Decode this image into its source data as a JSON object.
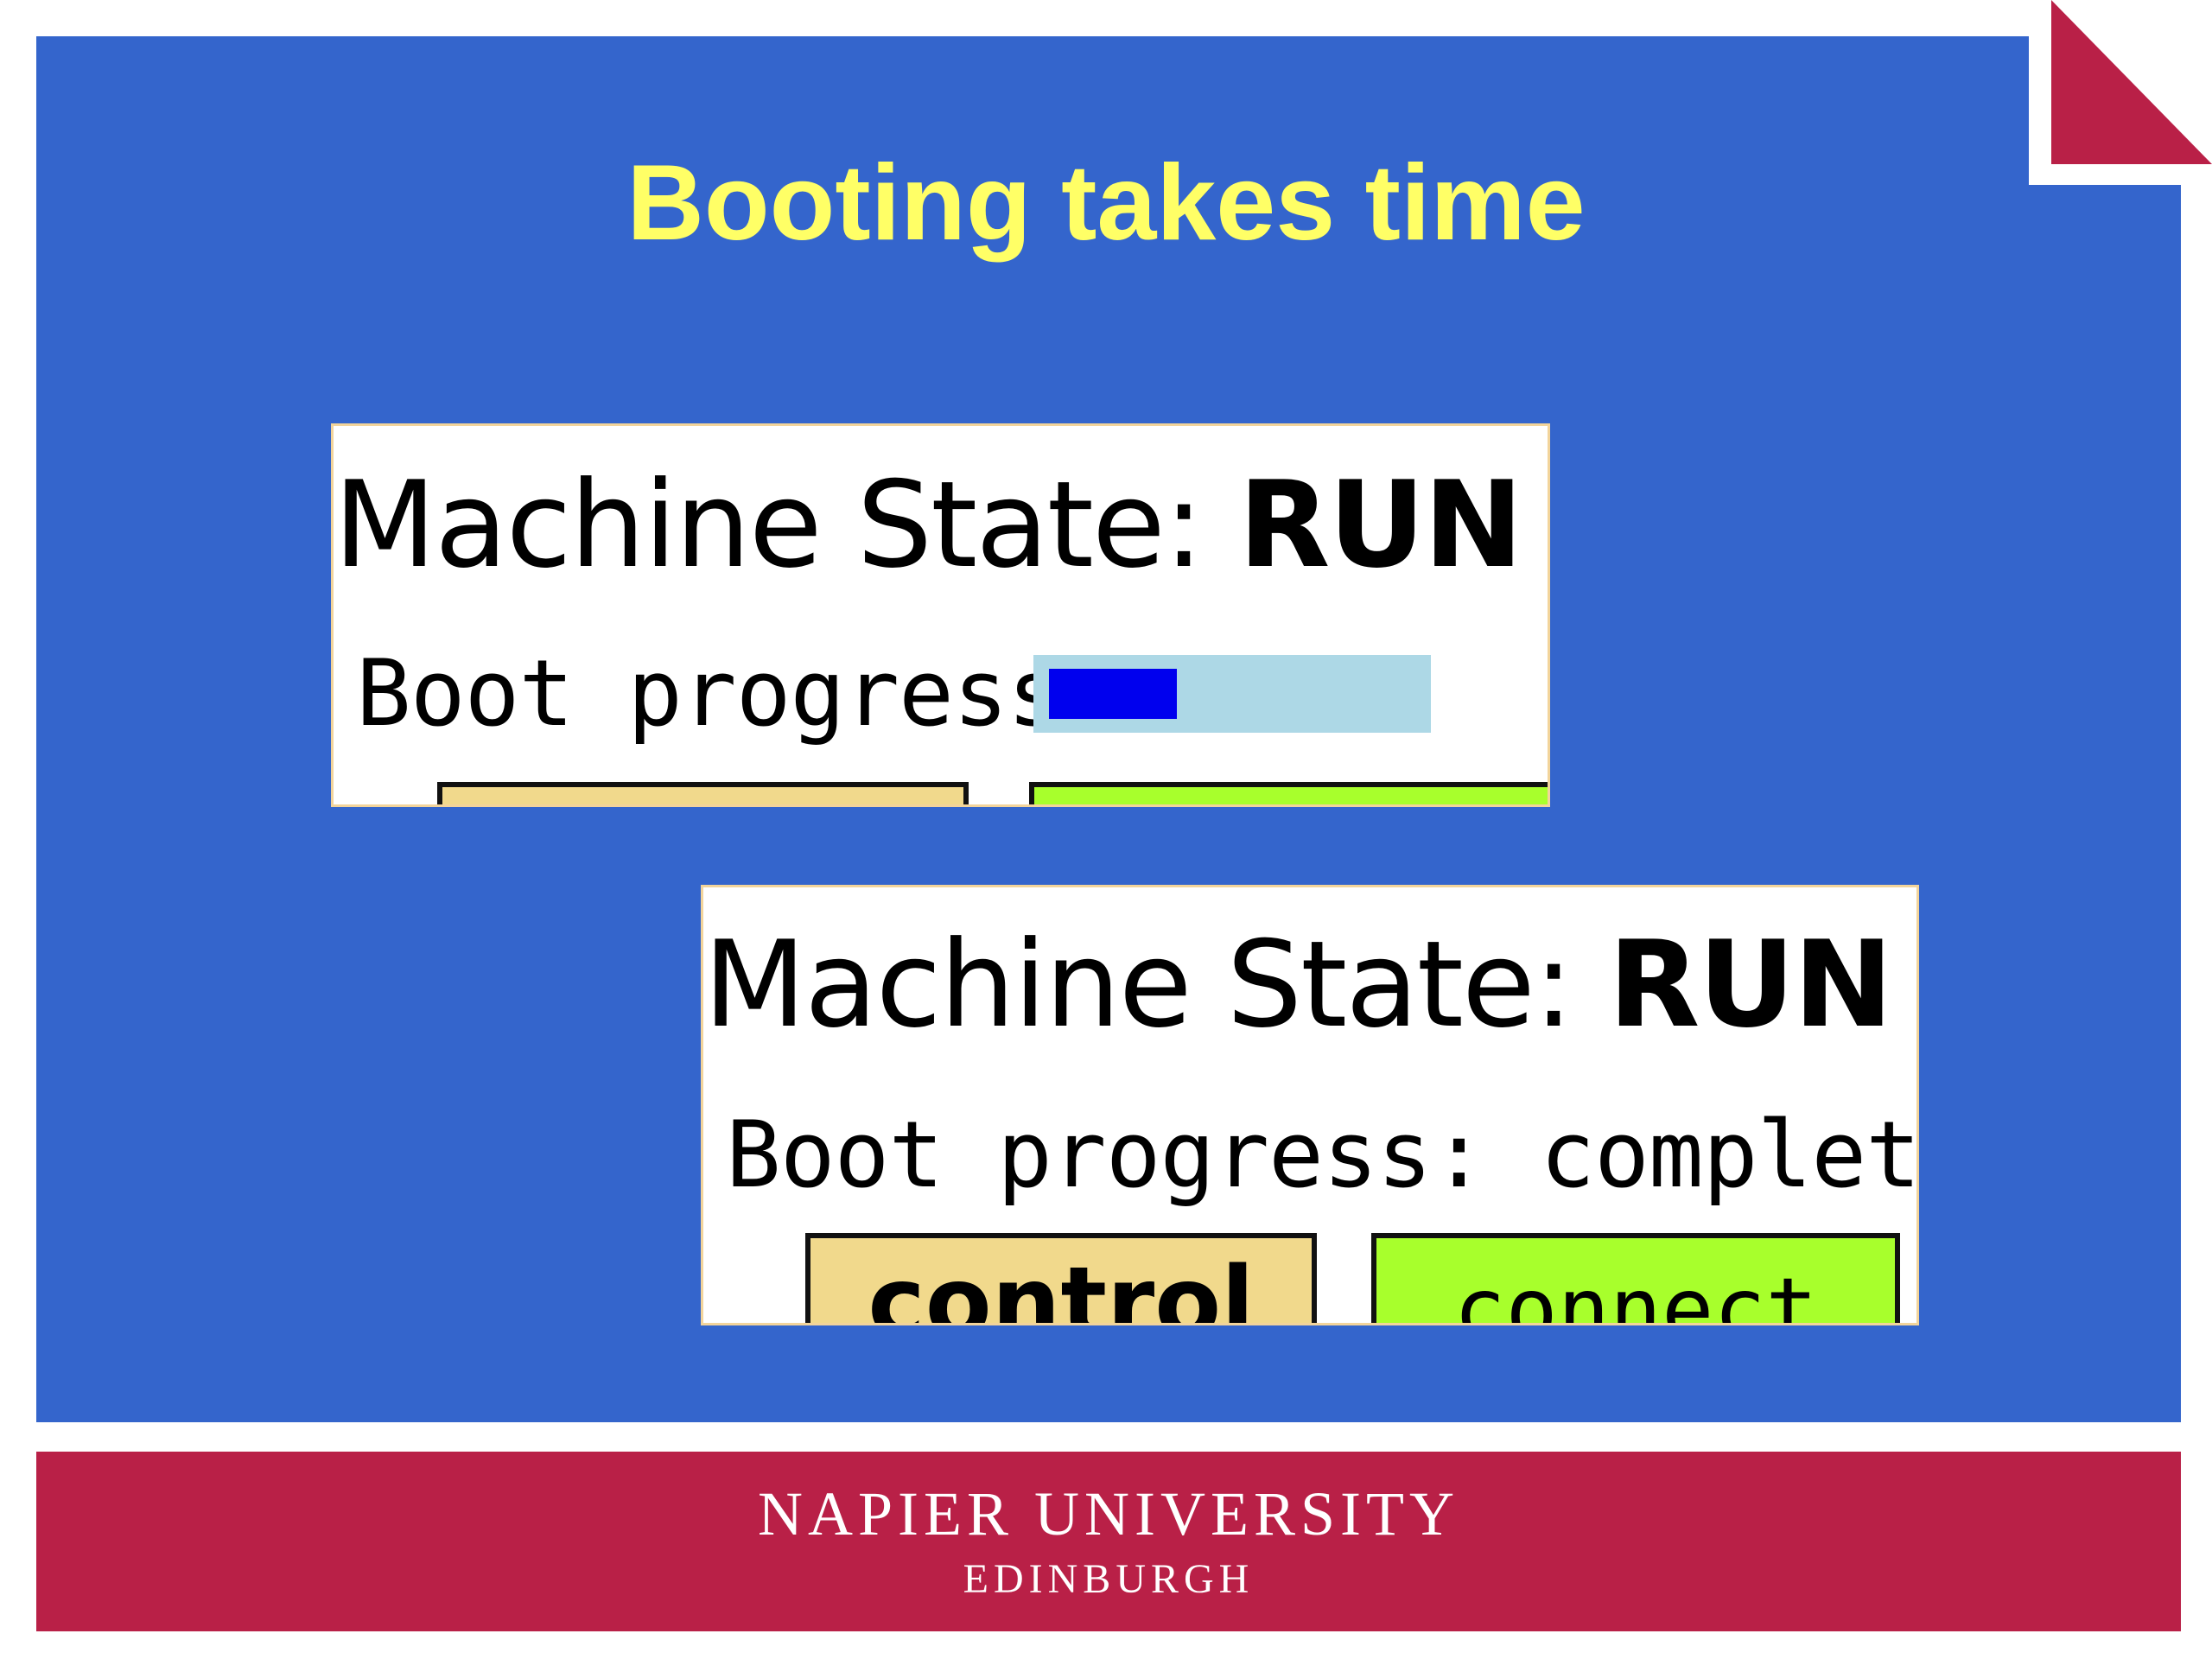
{
  "slide": {
    "title": "Booting takes time",
    "background_color": "#3465cc",
    "title_color": "#ffff66"
  },
  "panels": [
    {
      "state_label": "Machine State: ",
      "state_value": "RUN",
      "progress_label": "Boot progress:",
      "progress_value": 0.35,
      "progress_bar_color": "#0000ee",
      "progress_track_color": "#add8e6",
      "buttons": [
        {
          "label": "",
          "color": "#f1d98c"
        },
        {
          "label": "",
          "color": "#a8ff2c"
        }
      ]
    },
    {
      "state_label": "Machine State: ",
      "state_value": "RUN",
      "progress_label": "Boot progress: ",
      "progress_status": "complete",
      "buttons": [
        {
          "label": "control",
          "color": "#f1d98c"
        },
        {
          "label": "connect",
          "color": "#a8ff2c"
        }
      ]
    }
  ],
  "footer": {
    "university": "NAPIER UNIVERSITY",
    "city": "EDINBURGH",
    "color": "#b92047"
  },
  "icons": [
    "page-corner-fold-icon"
  ]
}
